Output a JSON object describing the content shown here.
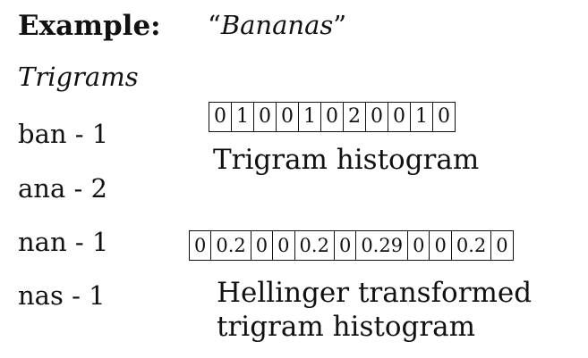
{
  "example_label": "Example:",
  "example_word": {
    "open_quote": "“",
    "word": "Bananas",
    "close_quote": "”"
  },
  "trigrams_heading": "Trigrams",
  "trigrams": [
    {
      "text": "ban - 1"
    },
    {
      "text": "ana -  2"
    },
    {
      "text": "nan -  1"
    },
    {
      "text": "nas -  1"
    }
  ],
  "trigram_histogram": {
    "values": [
      "0",
      "1",
      "0",
      "0",
      "1",
      "0",
      "2",
      "0",
      "0",
      "1",
      "0"
    ],
    "caption": "Trigram histogram"
  },
  "hellinger_histogram": {
    "values": [
      "0",
      "0.2",
      "0",
      "0",
      "0.2",
      "0",
      "0.29",
      "0",
      "0",
      "0.2",
      "0"
    ],
    "caption": "Hellinger transformed trigram histogram"
  }
}
